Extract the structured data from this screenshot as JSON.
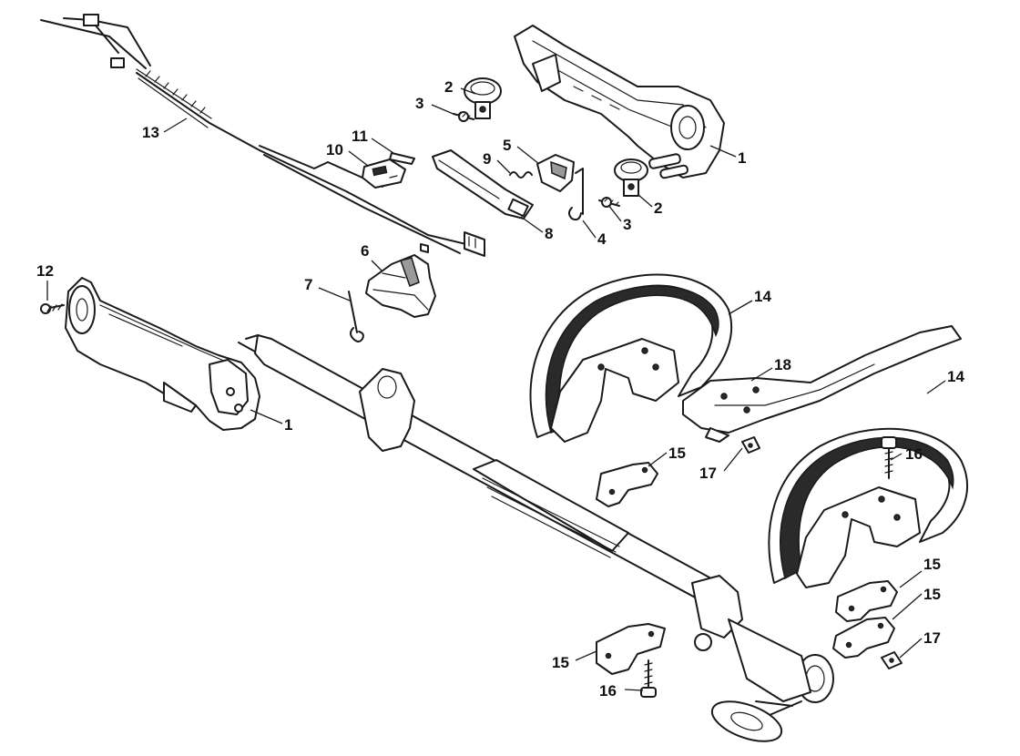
{
  "diagram": {
    "type": "exploded-parts-view",
    "line_color": "#1a1a1a",
    "shade_color": "#9a9a9a",
    "callouts": {
      "c1_upper": "1",
      "c1_lower": "1",
      "c2_left": "2",
      "c2_right": "2",
      "c3_left": "3",
      "c3_right": "3",
      "c4": "4",
      "c5": "5",
      "c6": "6",
      "c7": "7",
      "c8": "8",
      "c9": "9",
      "c10": "10",
      "c11": "11",
      "c12": "12",
      "c13": "13",
      "c14_top": "14",
      "c14_right": "14",
      "c15_mid": "15",
      "c15_right_a": "15",
      "c15_right_b": "15",
      "c15_lower": "15",
      "c16_right": "16",
      "c16_lower": "16",
      "c17_mid": "17",
      "c17_right": "17",
      "c18": "18"
    }
  }
}
